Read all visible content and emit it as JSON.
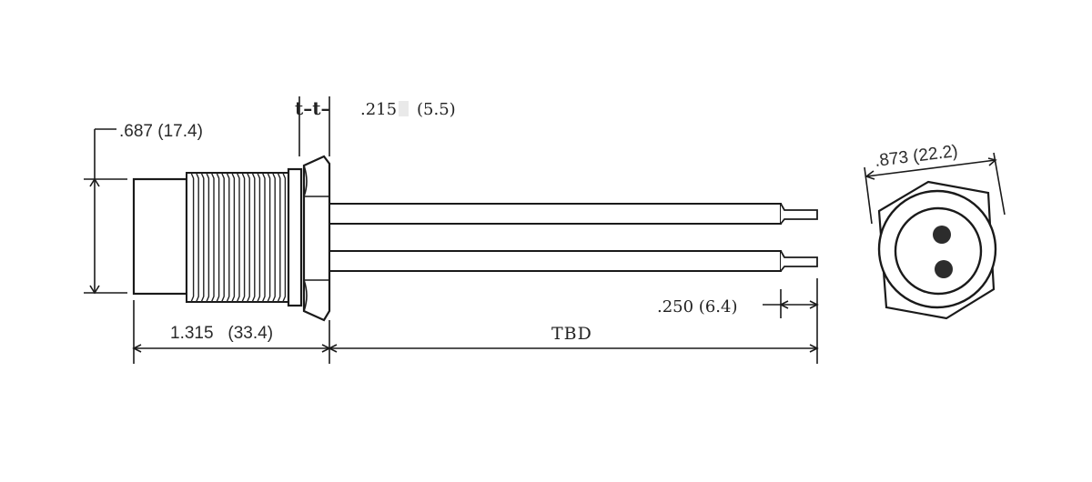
{
  "dimensions": {
    "body_diameter": ".687  (17.4)",
    "nut_width_marks": "t–t–",
    "nut_width": ".215",
    "nut_width_mm": "(5.5)",
    "hex_across": ".873 (22.2)",
    "body_length": "1.315   (33.4)",
    "lead_length": "TBD",
    "strip_length": ".250 (6.4)"
  }
}
